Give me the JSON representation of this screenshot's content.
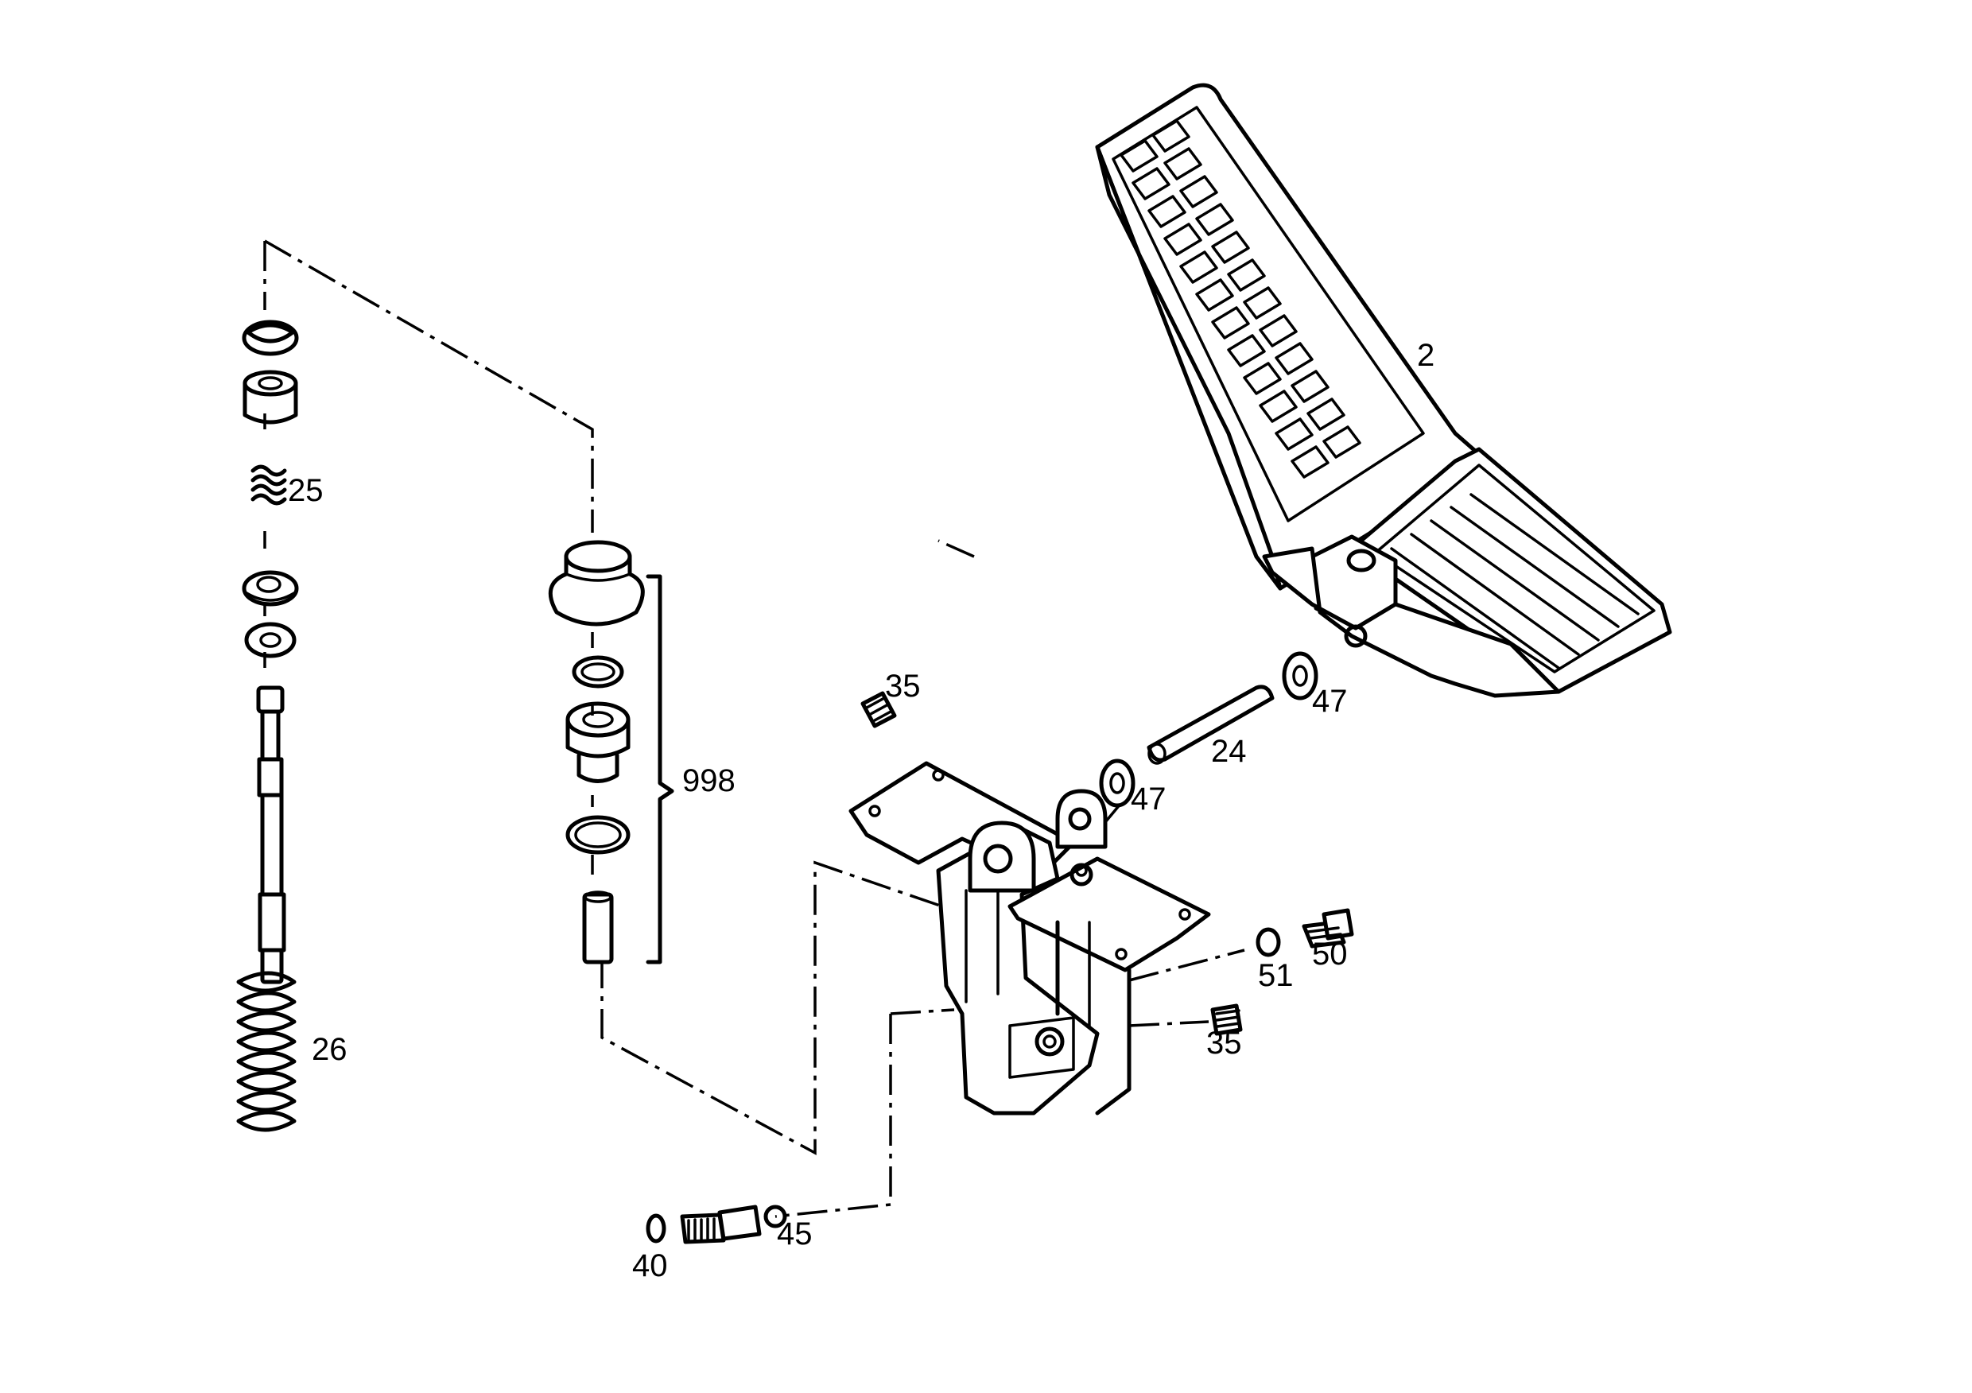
{
  "diagram": {
    "callouts": {
      "c2": "2",
      "c24": "24",
      "c25": "25",
      "c26": "26",
      "c35a": "35",
      "c35b": "35",
      "c40": "40",
      "c45": "45",
      "c47a": "47",
      "c47b": "47",
      "c50": "50",
      "c51": "51",
      "c998": "998"
    }
  }
}
